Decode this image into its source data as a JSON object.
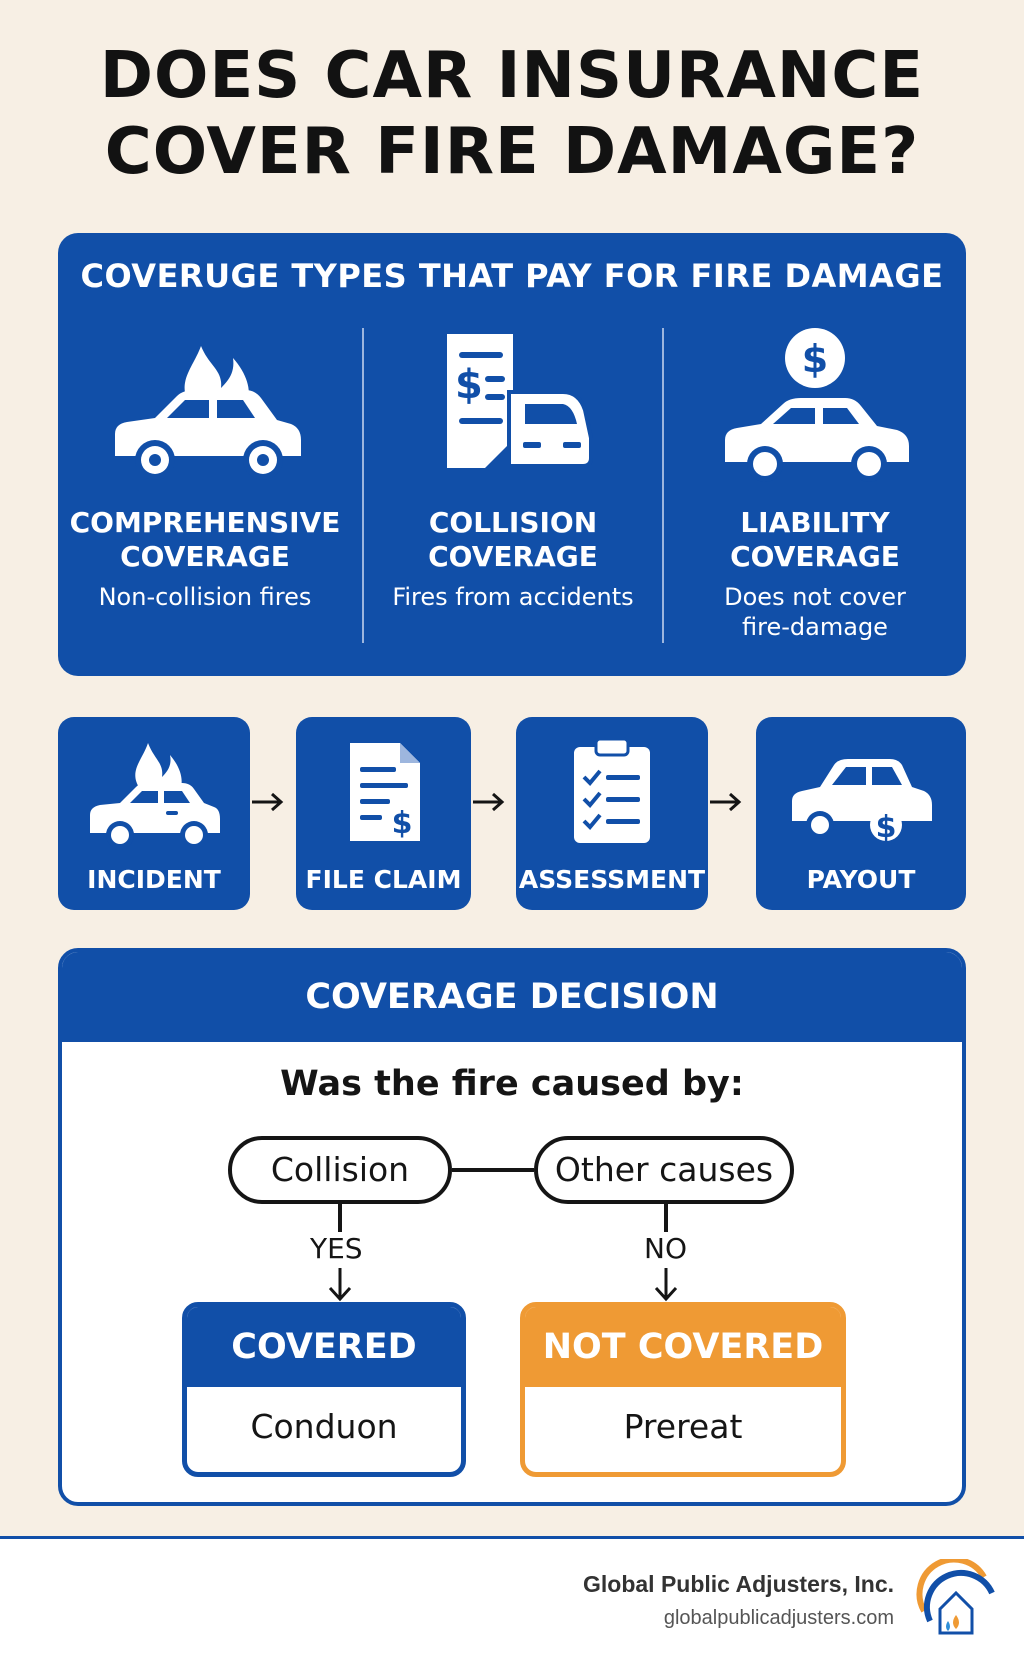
{
  "title": {
    "line1": "DOES CAR INSURANCE",
    "line2": "COVER FIRE DAMAGE?"
  },
  "coverage": {
    "heading": "COVERUGE  TYPES THAT PAY FOR FIRE DAMAGE",
    "items": [
      {
        "icon": "burning-car-icon",
        "title1": "COMPREHENSIVE",
        "title2": "COVERAGE",
        "desc1": "Non-collision fires",
        "desc2": ""
      },
      {
        "icon": "document-car-icon",
        "title1": "COLLISION",
        "title2": "COVERAGE",
        "desc1": "Fires from accidents",
        "desc2": ""
      },
      {
        "icon": "car-dollar-icon",
        "title1": "LIABILITY",
        "title2": "COVERAGE",
        "desc1": "Does not cover",
        "desc2": "fire-damage"
      }
    ]
  },
  "process": {
    "steps": [
      {
        "icon": "burning-car-icon",
        "label": "INCIDENT"
      },
      {
        "icon": "claim-document-icon",
        "label": "FILE CLAIM"
      },
      {
        "icon": "checklist-icon",
        "label": "ASSESSMENT"
      },
      {
        "icon": "car-dollar-icon",
        "label": "PAYOUT"
      }
    ]
  },
  "decision": {
    "heading": "COVERAGE DECISION",
    "question": "Was the fire caused by:",
    "option_left": "Collision",
    "option_right": "Other causes",
    "yes_label": "YES",
    "no_label": "NO",
    "covered_title": "COVERED",
    "covered_body": "Conduon",
    "not_covered_title": "NOT COVERED",
    "not_covered_body": "Prereat"
  },
  "footer": {
    "company": "Global Public Adjusters, Inc.",
    "website": "globalpublicadjusters.com"
  },
  "colors": {
    "background": "#f7efe4",
    "primary_blue": "#114fa8",
    "orange": "#ef9a34",
    "text": "#151515"
  }
}
